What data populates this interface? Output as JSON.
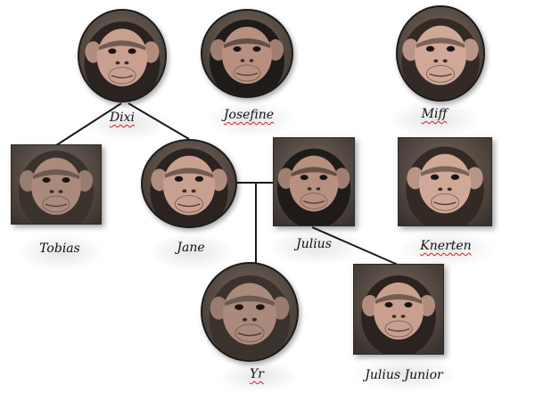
{
  "chimps": [
    {
      "id": "dixi",
      "name": "Dixi",
      "squiggle": true
    },
    {
      "id": "josefine",
      "name": "Josefine",
      "squiggle": true
    },
    {
      "id": "miff",
      "name": "Miff",
      "squiggle": true
    },
    {
      "id": "tobias",
      "name": "Tobias",
      "squiggle": false
    },
    {
      "id": "jane",
      "name": "Jane",
      "squiggle": false
    },
    {
      "id": "julius",
      "name": "Julius",
      "squiggle": false
    },
    {
      "id": "knerten",
      "name": "Knerten",
      "squiggle": true
    },
    {
      "id": "yr",
      "name": "Yr",
      "squiggle": true
    },
    {
      "id": "julius-junior",
      "name": "Julius Junior",
      "squiggle": false
    }
  ],
  "colors": {
    "line": "#1a1a1a",
    "spellcheck": "#d32020"
  }
}
